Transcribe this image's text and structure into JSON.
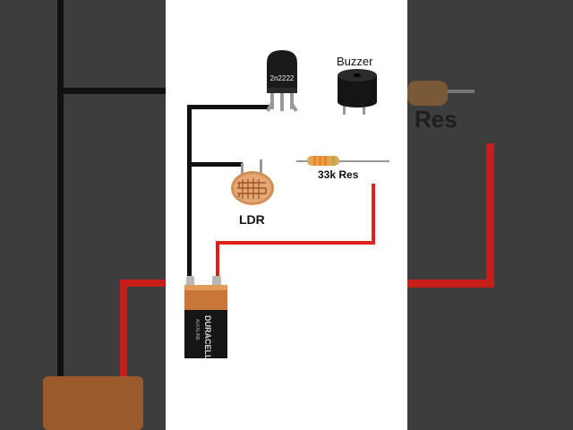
{
  "components": {
    "transistor": {
      "part_number": "2n2222"
    },
    "buzzer": {
      "label": "Buzzer"
    },
    "resistor": {
      "label": "33k Res"
    },
    "ldr": {
      "label": "LDR"
    },
    "battery": {
      "brand": "DURACELL",
      "subtitle": "ALKALINE"
    }
  },
  "background": {
    "right_text": "Res"
  },
  "colors": {
    "wire_black": "#111111",
    "wire_red": "#e0201a",
    "battery_copper": "#c9763a",
    "battery_black": "#161616",
    "panel": "#ffffff",
    "letterbox": "#3d3d3d"
  }
}
